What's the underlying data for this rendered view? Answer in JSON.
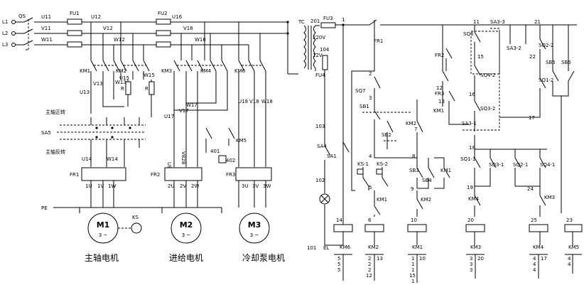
{
  "power_circuit": {
    "lines": [
      "L1",
      "L2",
      "L3"
    ],
    "pe": "PE",
    "qs": "QS",
    "fu1": "FU1",
    "fu2": "FU2",
    "nodes_a": [
      "U11",
      "V11",
      "W11"
    ],
    "nodes_b": [
      "U12",
      "V12",
      "W12"
    ],
    "nodes_c": [
      "U16",
      "V16",
      "W16"
    ],
    "km1": "KM1",
    "km2": "KM2",
    "km3": "KM3",
    "km4": "KM4",
    "km6": "KM6",
    "km5": "KM5",
    "u13": "U13",
    "v13": "V13",
    "w13": "W13",
    "u15": "U15",
    "w15": "W15",
    "r1": "R",
    "r2": "R",
    "u17": "U17",
    "v17": "V17",
    "w17": "W17",
    "u18": "U18",
    "v18": "V18",
    "w18": "W18",
    "u14": "U14",
    "w14": "W14",
    "n401": "401",
    "n402": "402",
    "sa5": "SA5",
    "sa5_fwd": "主轴正转",
    "sa5_rev": "主轴反转",
    "fr1": "FR1",
    "fr2": "FR2",
    "fr3": "FR3",
    "vert1": "U828",
    "vert2": "V828",
    "m1_terms": [
      "1U",
      "1V",
      "1W"
    ],
    "m2_terms": [
      "2U",
      "2V",
      "2W"
    ],
    "m3_terms": [
      "3U",
      "3V",
      "3W"
    ],
    "ks": "KS",
    "motors": [
      {
        "id": "M1",
        "phase": "3 ~",
        "caption": "主轴电机"
      },
      {
        "id": "M2",
        "phase": "3 ~",
        "caption": "进给电机"
      },
      {
        "id": "M3",
        "phase": "3 ~",
        "caption": "冷却泵电机"
      }
    ]
  },
  "control_circuit": {
    "tc": "TC",
    "v201": "201",
    "v220": "220V",
    "v12": "12V",
    "fu3": "FU3",
    "fu4": "FU4",
    "n1": "1",
    "n104": "104",
    "n103": "103",
    "n102": "102",
    "n101": "101",
    "el": "EL",
    "sa4": "SA4",
    "sa1": "SA1",
    "fr1": "FR1",
    "fr2": "FR2",
    "fr3": "FR3",
    "sq7": "SQ7",
    "sb1": "SB1",
    "sb2": "SB2",
    "sb3": "SB3",
    "sb4": "SB4",
    "sb5": "SB5",
    "sb6": "SB6",
    "km2c": "KM2",
    "ks1": "KS-1",
    "ks2": "KS-2",
    "km1a": "KM1",
    "km1b": "KM1",
    "km1c": "KM1",
    "km2b": "KM2",
    "sq6": "SQ6",
    "sa33": "SA3-3",
    "sa32": "SA3-2",
    "sa31": "SA3-1",
    "sq22": "SQ2-2",
    "sq12": "SQ1-2",
    "sq42": "SQ4-2",
    "sq32": "SQ3-2",
    "sq11": "SQ1-1",
    "sq31": "SQ3-1",
    "sq21": "SQ2-1",
    "sq41": "SQ4-1",
    "km4c": "KM4",
    "km3c": "KM3",
    "nums": {
      "n2": "2",
      "n3": "3",
      "n4": "4",
      "n5": "5",
      "n6": "6",
      "n7": "7",
      "n8": "8",
      "n9": "9",
      "n10": "10",
      "n11": "11",
      "n12": "12",
      "n13": "13",
      "n14": "14",
      "n15": "15",
      "n16": "16",
      "n17": "17",
      "n18": "18",
      "n19": "19",
      "n20": "20",
      "n21": "21",
      "n22": "22",
      "n23": "23",
      "n24": "24",
      "n25": "25"
    },
    "coils": [
      {
        "num": "14",
        "name": "KM6",
        "xref": [
          "5",
          "5",
          "5"
        ]
      },
      {
        "num": "6",
        "name": "KM2",
        "xref": [
          "2",
          "2",
          "2",
          "12"
        ],
        "xref2": [
          "13"
        ]
      },
      {
        "num": "10",
        "name": "KM1",
        "xref": [
          "1",
          "1",
          "1",
          "15",
          "1"
        ],
        "xref2": [
          "10"
        ]
      },
      {
        "num": "20",
        "name": "KM3",
        "xref": [
          "3",
          "3",
          "3"
        ],
        "xref2": [
          "20"
        ]
      },
      {
        "num": "25",
        "name": "KM4",
        "xref": [
          "4",
          "4",
          "4"
        ],
        "xref2": [
          "17"
        ]
      },
      {
        "num": "23",
        "name": "KM5",
        "xref": [
          "4",
          "4"
        ]
      }
    ]
  }
}
